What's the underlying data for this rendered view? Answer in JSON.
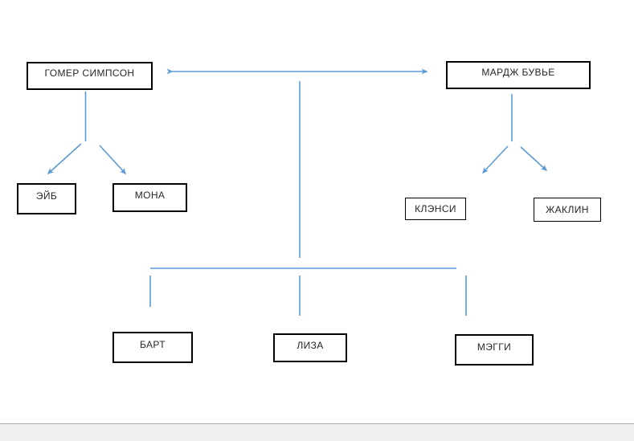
{
  "diagram": {
    "nodes": {
      "homer": {
        "label": "ГОМЕР СИМПСОН"
      },
      "marge": {
        "label": "МАРДЖ БУВЬЕ"
      },
      "abe": {
        "label": "ЭЙБ"
      },
      "mona": {
        "label": "МОНА"
      },
      "clancy": {
        "label": "КЛЭНСИ"
      },
      "jacqueline": {
        "label": "ЖАКЛИН"
      },
      "bart": {
        "label": "БАРТ"
      },
      "lisa": {
        "label": "ЛИЗА"
      },
      "maggie": {
        "label": "МЭГГИ"
      }
    },
    "colors": {
      "connector": "#5b9bd5",
      "box_border": "#000000",
      "text": "#262626"
    }
  }
}
